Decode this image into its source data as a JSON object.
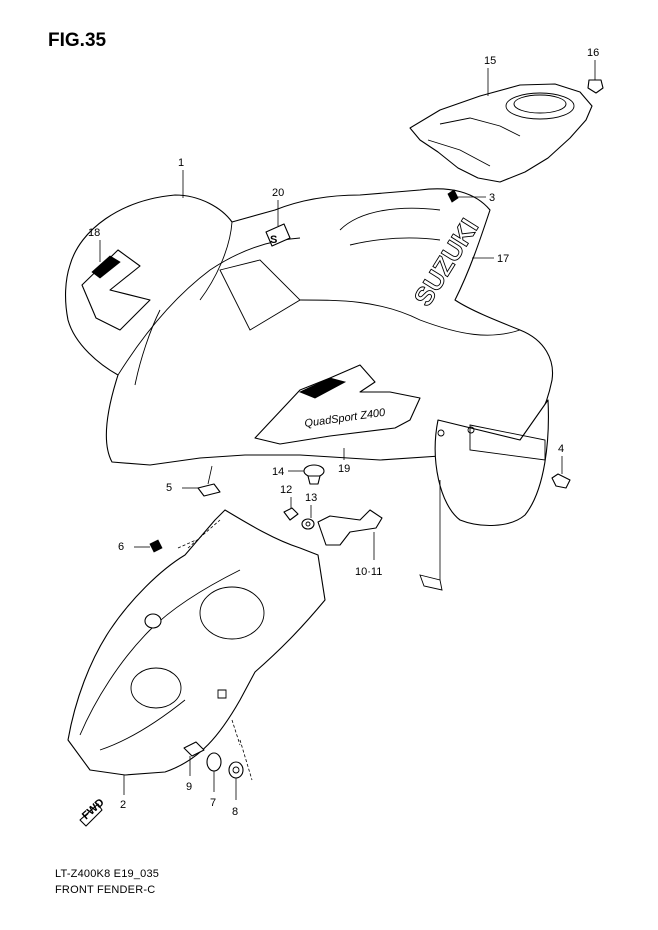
{
  "figure": {
    "title": "FIG.35",
    "model_code": "LT-Z400K8 E19_035",
    "name": "FRONT FENDER-C"
  },
  "parts": [
    {
      "ref": "1"
    },
    {
      "ref": "2"
    },
    {
      "ref": "3"
    },
    {
      "ref": "4"
    },
    {
      "ref": "5"
    },
    {
      "ref": "6"
    },
    {
      "ref": "7"
    },
    {
      "ref": "8"
    },
    {
      "ref": "9"
    },
    {
      "ref": "10·11"
    },
    {
      "ref": "12"
    },
    {
      "ref": "13"
    },
    {
      "ref": "14"
    },
    {
      "ref": "15"
    },
    {
      "ref": "16"
    },
    {
      "ref": "17"
    },
    {
      "ref": "18"
    },
    {
      "ref": "19"
    },
    {
      "ref": "20"
    }
  ],
  "decals": {
    "brand": "SUZUKI",
    "model_script": "QuadSport Z400",
    "badge": "S"
  },
  "badges": {
    "fwd": "FWD"
  }
}
